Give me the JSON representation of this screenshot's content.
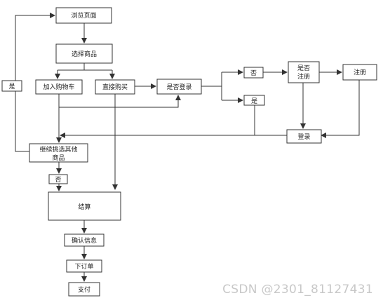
{
  "nodes": {
    "browse": "浏览页面",
    "select": "选择商品",
    "add_cart": "加入购物车",
    "buy_now": "直接购买",
    "is_logged_in": "是否登录",
    "no_branch": "否",
    "yes_branch": "是",
    "is_registered_1": "是否",
    "is_registered_2": "注册",
    "register": "注册",
    "login": "登录",
    "continue_1": "继续挑选其他",
    "continue_2": "商品",
    "continue_no": "否",
    "checkout": "结算",
    "confirm": "确认信息",
    "place_order": "下订单",
    "pay": "支付",
    "loop_yes": "是"
  },
  "watermark": "CSDN @2301_81127431",
  "colors": {
    "stroke": "#333333",
    "fill": "#ffffff",
    "text": "#222222",
    "watermark": "#c8c8c8"
  }
}
